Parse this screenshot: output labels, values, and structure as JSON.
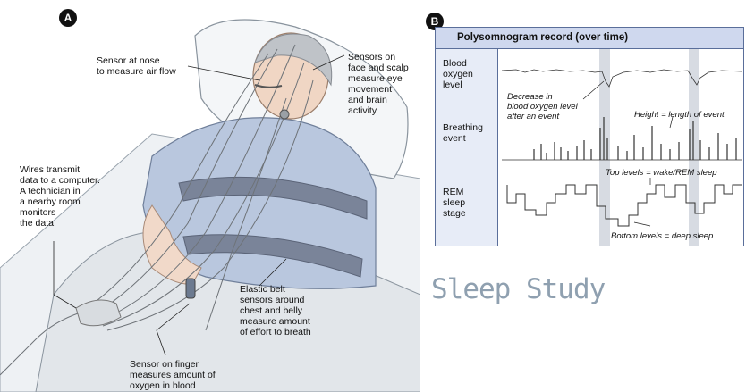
{
  "panel_a": {
    "badge": "A",
    "callouts": {
      "nose_sensor": "Sensor at nose\nto measure air flow",
      "face_sensors": "Sensors on\nface and scalp\nmeasure eye\nmovement\nand brain\nactivity",
      "wires": "Wires transmit\ndata to a computer.\nA technician in\na nearby room\nmonitors\nthe data.",
      "elastic_belt": "Elastic belt\nsensors around\nchest and belly\nmeasure amount\nof effort to breath",
      "finger_sensor": "Sensor on finger\nmeasures amount of\noxygen in blood"
    }
  },
  "panel_b": {
    "badge": "B",
    "title": "Polysomnogram record (over time)",
    "rows": [
      {
        "label": "Blood\noxygen\nlevel"
      },
      {
        "label": "Breathing\nevent"
      },
      {
        "label": "REM\nsleep\nstage"
      }
    ],
    "annotations": {
      "oxygen_decrease": "Decrease in\nblood oxygen level\nafter an event",
      "height": "Height = length of event",
      "top_levels": "Top levels = wake/REM sleep",
      "bottom_levels": "Bottom levels = deep sleep"
    }
  },
  "study_title": "Sleep Study",
  "colors": {
    "panel_border": "#5a6e9a",
    "header_fill": "#cfd8ee",
    "label_fill": "#e7ecf7",
    "highlight_band": "#c9cfd8",
    "title_gray": "#8fa0b0"
  }
}
